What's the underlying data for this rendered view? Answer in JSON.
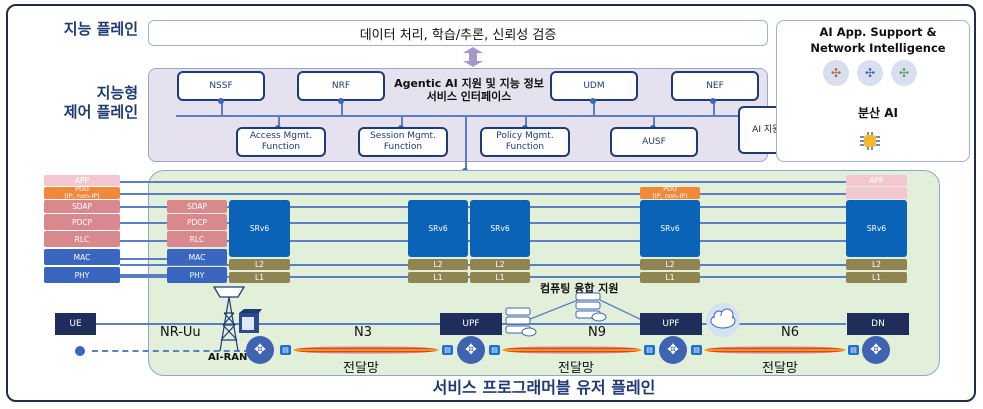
{
  "planes": {
    "intelligence": "지능 플레인",
    "control_line1": "지능형",
    "control_line2": "제어 플레인",
    "user": "서비스 프로그래머블 유저 플레인"
  },
  "intelligence_bar": "데이터 처리, 학습/추론, 신뢰성 검증",
  "control_plane": {
    "title_line1": "Agentic AI 지원 및 지능 정보",
    "title_line2": "서비스 인터페이스",
    "functions_top": [
      "NSSF",
      "NRF",
      "UDM",
      "NEF"
    ],
    "functions_bottom": [
      {
        "line1": "Access Mgmt.",
        "line2": "Function"
      },
      {
        "line1": "Session Mgmt.",
        "line2": "Function"
      },
      {
        "line1": "Policy Mgmt.",
        "line2": "Function"
      },
      {
        "line1": "AUSF",
        "line2": ""
      }
    ],
    "ai_support": "AI 지원 기능"
  },
  "right_panel": {
    "title_line1": "AI App. Support &",
    "title_line2": "Network Intelligence",
    "distributed_ai": "분산 AI",
    "icons": [
      "neural-network-orange-icon",
      "neural-network-blue-icon",
      "neural-network-green-icon",
      "ai-brain-chip-icon"
    ]
  },
  "stacks": {
    "ue": [
      "APP",
      "PDU\n(IP, non-IP)",
      "SDAP",
      "PDCP",
      "RLC",
      "MAC",
      "PHY"
    ],
    "ran": [
      "SDAP",
      "PDCP",
      "RLC",
      "MAC",
      "PHY"
    ],
    "srv6": "SRv6",
    "l2": "L2",
    "l1": "L1",
    "upf_pdu": "PDU\n(IP, non-IP)",
    "dn_app": "APP"
  },
  "nodes": {
    "ue": "UE",
    "upf1": "UPF",
    "upf2": "UPF",
    "dn": "DN",
    "ai_ran": "AI-RAN"
  },
  "interfaces": {
    "nr_uu": "NR-Uu",
    "n3": "N3",
    "n9": "N9",
    "n6": "N6"
  },
  "transport_label": "전달망",
  "computing_label": "컴퓨팅 융합 지원",
  "colors": {
    "navy": "#1f2d5a",
    "title_blue": "#1f3b73",
    "srv6_blue": "#0b63b8",
    "pdu_orange": "#f08a3a",
    "app_pink": "#f4c7d0",
    "rlc_red": "#d9888d",
    "l_olive": "#8f8553",
    "user_plane_green": "#e2efd9",
    "control_plane_lavender": "#e6e1ef"
  }
}
